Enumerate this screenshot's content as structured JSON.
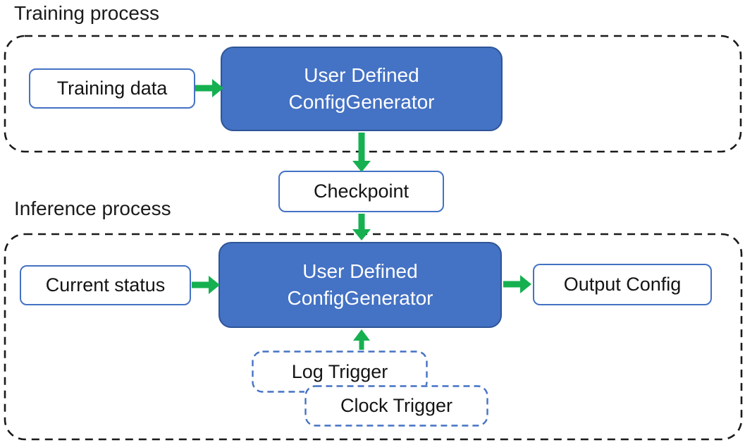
{
  "colors": {
    "generator_fill": "#4472c4",
    "generator_border": "#2f5597",
    "io_border": "#4472c4",
    "trigger_border": "#4472c4",
    "arrow_green": "#16b050",
    "dashed_outline": "#1a1a1a",
    "text": "#141414"
  },
  "training": {
    "label": "Training process",
    "input_box": "Training data",
    "generator": {
      "line1": "User Defined",
      "line2": "ConfigGenerator"
    }
  },
  "checkpoint": {
    "label": "Checkpoint"
  },
  "inference": {
    "label": "Inference process",
    "input_box": "Current status",
    "generator": {
      "line1": "User Defined",
      "line2": "ConfigGenerator"
    },
    "output_box": "Output Config",
    "triggers": [
      "Log Trigger",
      "Clock Trigger"
    ]
  }
}
